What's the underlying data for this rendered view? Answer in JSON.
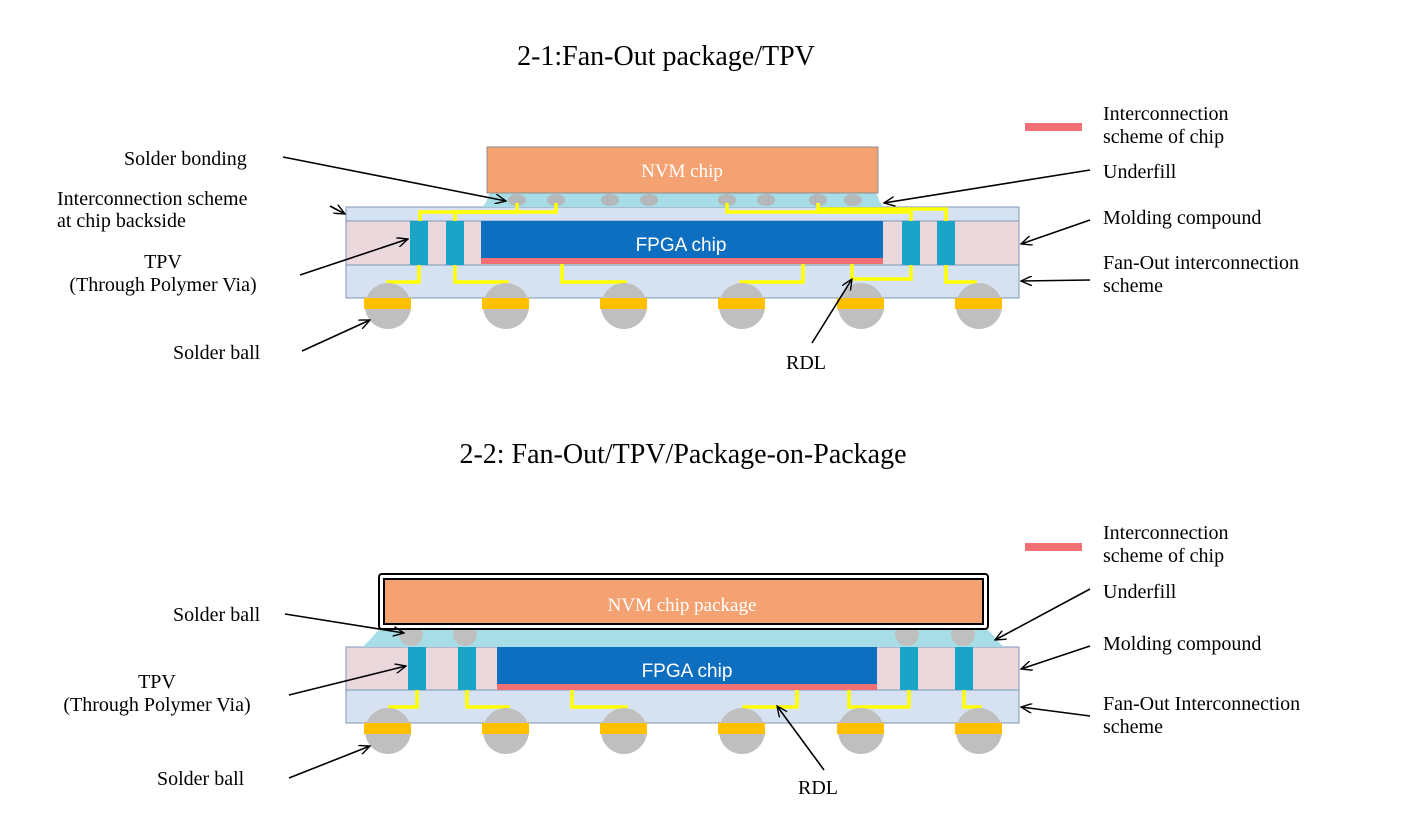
{
  "diagram1": {
    "title": "2-1:Fan-Out package/TPV",
    "legend": {
      "line1": "Interconnection",
      "line2": "scheme of chip"
    },
    "labels": {
      "solder_bonding": "Solder bonding",
      "interconn_backside_1": "Interconnection scheme",
      "interconn_backside_2": "at chip backside",
      "tpv_1": "TPV",
      "tpv_2": "(Through Polymer Via)",
      "solder_ball": "Solder ball",
      "underfill": "Underfill",
      "molding": "Molding compound",
      "fanout_1": "Fan-Out interconnection",
      "fanout_2": "scheme",
      "rdl": "RDL"
    },
    "chips": {
      "nvm": "NVM chip",
      "fpga": "FPGA chip"
    }
  },
  "diagram2": {
    "title": "2-2: Fan-Out/TPV/Package-on-Package",
    "legend": {
      "line1": "Interconnection",
      "line2": "scheme of chip"
    },
    "labels": {
      "solder_ball_top": "Solder ball",
      "tpv_1": "TPV",
      "tpv_2": "(Through Polymer Via)",
      "solder_ball_bottom": "Solder ball",
      "underfill": "Underfill",
      "molding": "Molding compound",
      "fanout_1": "Fan-Out Interconnection",
      "fanout_2": "scheme",
      "rdl": "RDL"
    },
    "chips": {
      "nvm": "NVM chip package",
      "fpga": "FPGA chip"
    }
  },
  "colors": {
    "nvm": "#f4a272",
    "fpga": "#0e6fc1",
    "tpv": "#1aa5c8",
    "molding": "#ead8dc",
    "substrate": "#d6e2f1",
    "underfill": "#a6dde6",
    "rdl_line": "#ffff00",
    "pad": "#ffc000",
    "ball": "#bfbfbf",
    "interconnect": "#f07074"
  }
}
